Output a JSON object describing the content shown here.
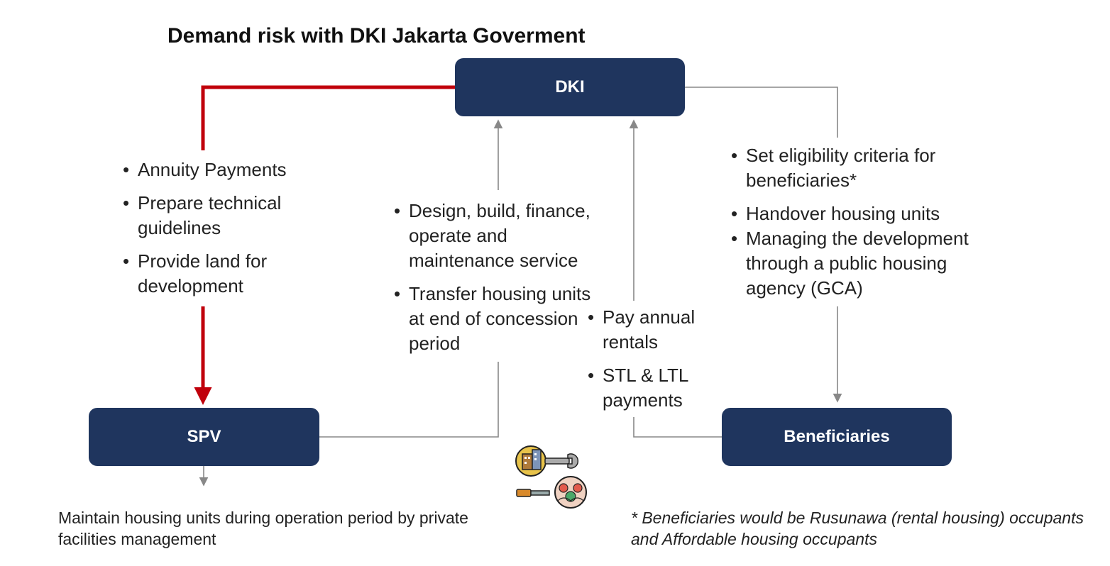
{
  "title": "Demand risk with DKI Jakarta Goverment",
  "nodes": {
    "dki": "DKI",
    "spv": "SPV",
    "beneficiaries": "Beneficiaries"
  },
  "dki_to_spv": [
    "Annuity Payments",
    "Prepare technical guidelines",
    "Provide land for development"
  ],
  "spv_to_dki": [
    "Design, build, finance, operate and maintenance service",
    "Transfer housing units at end of concession period"
  ],
  "beneficiaries_to_dki": [
    "Pay annual rentals",
    "STL & LTL payments"
  ],
  "dki_to_beneficiaries": [
    "Set eligibility criteria for beneficiaries*",
    "Handover housing units",
    "Managing the development through a public housing agency (GCA)"
  ],
  "spv_note": "Maintain housing units during operation period by private facilities management",
  "footnote": "* Beneficiaries would be Rusunawa (rental housing) occupants and Affordable housing occupants",
  "colors": {
    "node_fill": "#1f355e",
    "highlight_arrow": "#c0000b",
    "connector": "#888888"
  },
  "icons": [
    "building-wrench-icon",
    "people-screwdriver-icon"
  ]
}
